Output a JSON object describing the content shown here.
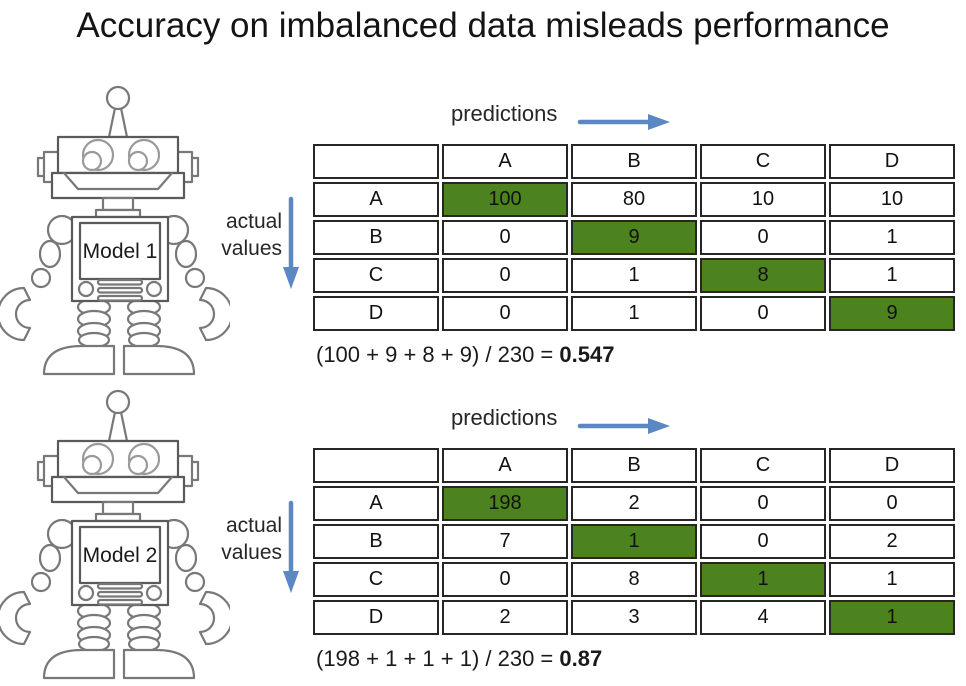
{
  "title": "Accuracy on imbalanced data misleads performance",
  "colors": {
    "highlight_green": "#4c831f",
    "arrow_blue": "#5b87c3"
  },
  "sections": [
    {
      "model": "Model 1",
      "predictions_label": "predictions",
      "actual_values_label": [
        "actual",
        "values"
      ],
      "table": {
        "corner": "",
        "col_headers": [
          "A",
          "B",
          "C",
          "D"
        ],
        "row_headers": [
          "A",
          "B",
          "C",
          "D"
        ],
        "rows": [
          [
            "100",
            "80",
            "10",
            "10"
          ],
          [
            "0",
            "9",
            "0",
            "1"
          ],
          [
            "0",
            "1",
            "8",
            "1"
          ],
          [
            "0",
            "1",
            "0",
            "9"
          ]
        ],
        "highlighted": "diagonal"
      },
      "formula": {
        "expression": "(100 + 9 + 8 + 9) / 230 = ",
        "result": "0.547"
      }
    },
    {
      "model": "Model 2",
      "predictions_label": "predictions",
      "actual_values_label": [
        "actual",
        "values"
      ],
      "table": {
        "corner": "",
        "col_headers": [
          "A",
          "B",
          "C",
          "D"
        ],
        "row_headers": [
          "A",
          "B",
          "C",
          "D"
        ],
        "rows": [
          [
            "198",
            "2",
            "0",
            "0"
          ],
          [
            "7",
            "1",
            "0",
            "2"
          ],
          [
            "0",
            "8",
            "1",
            "1"
          ],
          [
            "2",
            "3",
            "4",
            "1"
          ]
        ],
        "highlighted": "diagonal"
      },
      "formula": {
        "expression": "(198 + 1 + 1 + 1) / 230 = ",
        "result": "0.87"
      }
    }
  ]
}
